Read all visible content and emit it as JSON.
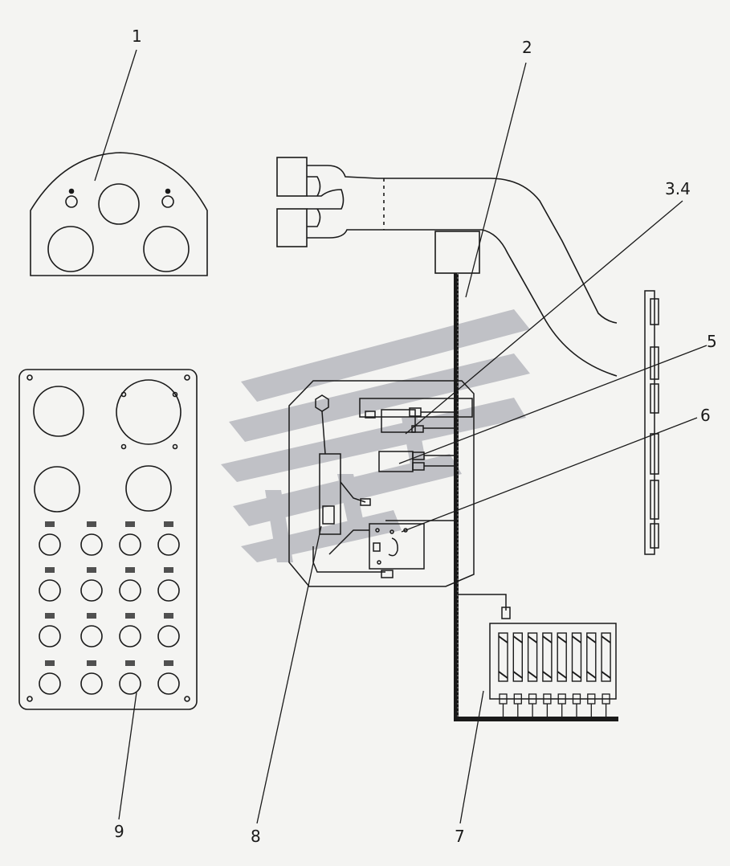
{
  "labels": {
    "l1": "1",
    "l2": "2",
    "l34": "3.4",
    "l5": "5",
    "l6": "6",
    "l7": "7",
    "l8": "8",
    "l9": "9"
  },
  "colors": {
    "line": "#1a1a1a",
    "watermark": "#b8b9bf",
    "background": "#f4f4f2"
  },
  "panel9": {
    "large_gauges": 4,
    "indicator_rows": 4,
    "indicators_per_row": 4
  },
  "fuse_block": {
    "fuse_count": 8
  }
}
